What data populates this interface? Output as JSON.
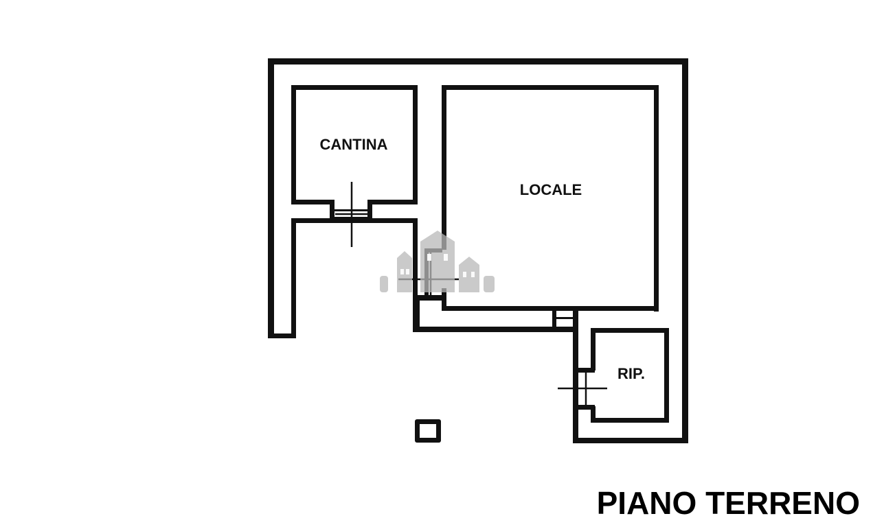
{
  "plan": {
    "rooms": [
      {
        "id": "cantina",
        "label": "CANTINA"
      },
      {
        "id": "locale",
        "label": "LOCALE"
      },
      {
        "id": "rip",
        "label": "RIP."
      }
    ],
    "floor_title": "PIANO TERRENO"
  },
  "colors": {
    "wall": "#111111",
    "background": "#ffffff",
    "watermark": "#b8b8b8"
  }
}
